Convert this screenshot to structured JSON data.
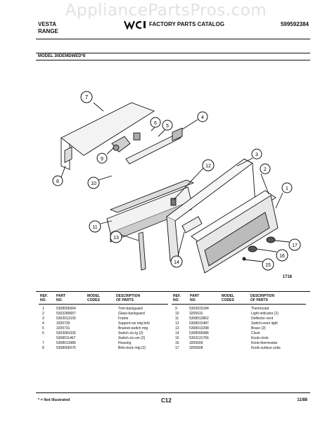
{
  "watermark": "AppliancePartsPros.com",
  "header": {
    "brand_line1": "VESTA",
    "brand_line2": "RANGE",
    "catalog_title": "FACTORY PARTS CATALOG",
    "catalog_number": "599592384",
    "model_label": "MODEL 30DEMDWED*8"
  },
  "diagram": {
    "callouts": [
      "1",
      "2",
      "3",
      "4",
      "5",
      "6",
      "7",
      "8",
      "9",
      "10",
      "11",
      "12",
      "13",
      "14",
      "15",
      "16",
      "17"
    ],
    "code": "1718"
  },
  "table": {
    "headers": {
      "ref": [
        "REF.",
        "NO."
      ],
      "part": [
        "PART",
        "NO."
      ],
      "model": [
        "MODEL",
        "CODES"
      ],
      "description": [
        "DESCRIPTION",
        "OF PARTS"
      ]
    },
    "left_rows": [
      {
        "ref": "1",
        "part": "5308006664",
        "desc": "Trim-backguard"
      },
      {
        "ref": "2",
        "part": "5303289657",
        "desc": "Glass-backguard"
      },
      {
        "ref": "3",
        "part": "5303013105",
        "desc": "Frame"
      },
      {
        "ref": "4",
        "part": "3206730",
        "desc": "Support-sw mtg brkt"
      },
      {
        "ref": "5",
        "part": "3205731",
        "desc": "Bracket-switch mtg"
      },
      {
        "ref": "6",
        "part": "5303081035",
        "desc": "Switch s/u lg (2)"
      },
      {
        "ref": "",
        "part": "5308011467",
        "desc": "Switch s/u sm (2)"
      },
      {
        "ref": "7",
        "part": "5308013686",
        "desc": "Housing"
      },
      {
        "ref": "8",
        "part": "5308006076",
        "desc": "Brkt-clock mtg (2)"
      }
    ],
    "right_rows": [
      {
        "ref": "9",
        "part": "5303015184",
        "desc": "Thermostat"
      },
      {
        "ref": "10",
        "part": "3205610",
        "desc": "Light-indicator (2)"
      },
      {
        "ref": "11",
        "part": "5308013862",
        "desc": "Deflector-vent"
      },
      {
        "ref": "12",
        "part": "5308015487",
        "desc": "Switch-oven light"
      },
      {
        "ref": "13",
        "part": "5308013298",
        "desc": "Brace (2)"
      },
      {
        "ref": "14",
        "part": "5308006086",
        "desc": "Clock"
      },
      {
        "ref": "15",
        "part": "5303131756",
        "desc": "Knob-clock"
      },
      {
        "ref": "16",
        "part": "3205609",
        "desc": "Knob-thermostat"
      },
      {
        "ref": "17",
        "part": "3205608",
        "desc": "Knob-surface units"
      }
    ]
  },
  "footer": {
    "note": "* = Not Illustrated",
    "page": "C12",
    "date": "11/88"
  }
}
